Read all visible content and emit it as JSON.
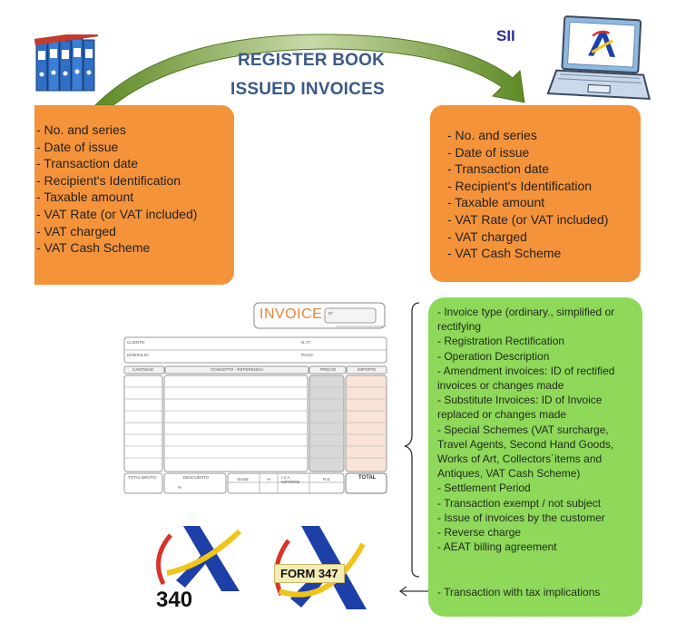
{
  "title": {
    "line1": "REGISTER BOOK",
    "line2": "ISSUED INVOICES"
  },
  "sii_label": "SII",
  "left_box": {
    "items": [
      "- No. and series",
      "- Date of issue",
      "- Transaction date",
      "- Recipient's Identification",
      "- Taxable amount",
      "- VAT Rate (or VAT included)",
      "- VAT charged",
      "- VAT Cash Scheme"
    ]
  },
  "right_box": {
    "items": [
      "- No. and series",
      "- Date of issue",
      "- Transaction date",
      "- Recipient's Identification",
      "- Taxable amount",
      "- VAT Rate (or VAT included)",
      "- VAT charged",
      "- VAT Cash Scheme"
    ]
  },
  "green_box": {
    "items": [
      "- Invoice type (ordinary., simplified or rectifying",
      "- Registration Rectification",
      "- Operation Description",
      "- Amendment invoices: ID of rectified invoices or changes made",
      "- Substitute Invoices: ID of Invoice replaced or changes made",
      "- Special Schemes (VAT surcharge, Travel Agents, Second Hand Goods, Works of Art, Collectors´items and Antiques, VAT Cash Scheme)",
      "- Settlement Period",
      "- Transaction exempt / not subject",
      "- Issue of invoices by the customer",
      "- Reverse charge",
      "- AEAT billing agreement"
    ],
    "last_item": "- Transaction with tax implications"
  },
  "invoice": {
    "heading": "INVOICE",
    "number_label": "Nº",
    "cliente": "CLIENTE:",
    "nif": "N.I.F.:",
    "domicilio": "DOMICILIO:",
    "pago": "PAGO:",
    "col_cantidad": "CANTIDAD",
    "col_concepto": "CONCEPTO - REFERENCIA",
    "col_precio": "PRECIO",
    "col_importe": "IMPORTE",
    "total_bruto": "TOTAL BRUTO",
    "descuento": "DESCUENTO",
    "base": "BASE",
    "pct": "%",
    "iva_importe": "I.V.A. IMPORTE",
    "re": "R.E.",
    "total": "TOTAL"
  },
  "logo_340": "340",
  "form_347": "FORM 347",
  "colors": {
    "orange": "#f5933a",
    "green": "#8ed85a",
    "arrow": "#4f7a1f",
    "title": "#3a5a86",
    "aeat_blue": "#1d3fa8",
    "aeat_red": "#d9332a",
    "aeat_yellow": "#f0c419"
  }
}
